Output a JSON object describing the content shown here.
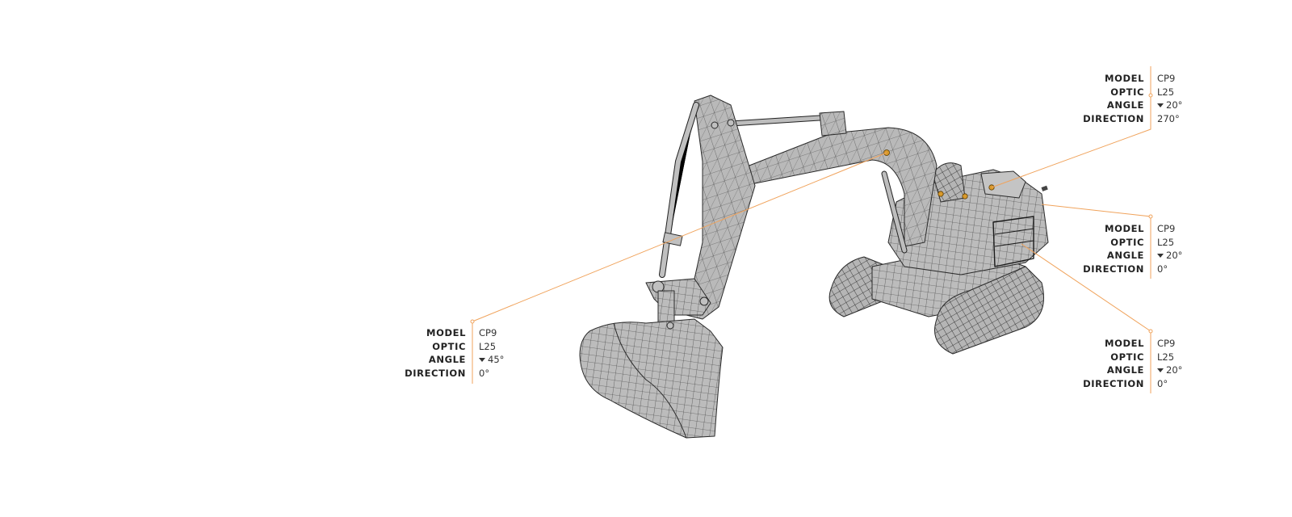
{
  "diagram": {
    "subject": "excavator-wireframe",
    "colors": {
      "background": "#ffffff",
      "mesh_fill": "#b8b8b8",
      "mesh_stroke": "#2a2a2a",
      "leader_line": "#f0a35c",
      "camera_marker": "#d99a2b",
      "label_text": "#222222"
    }
  },
  "labels": {
    "model": "MODEL",
    "optic": "OPTIC",
    "angle": "ANGLE",
    "direction": "DIRECTION"
  },
  "cameras": [
    {
      "id": "top-right",
      "model": "CP9",
      "optic": "L25",
      "angle": "20°",
      "direction": "270°"
    },
    {
      "id": "middle-right",
      "model": "CP9",
      "optic": "L25",
      "angle": "20°",
      "direction": "0°"
    },
    {
      "id": "bottom-right",
      "model": "CP9",
      "optic": "L25",
      "angle": "20°",
      "direction": "0°"
    },
    {
      "id": "left",
      "model": "CP9",
      "optic": "L25",
      "angle": "45°",
      "direction": "0°"
    }
  ]
}
